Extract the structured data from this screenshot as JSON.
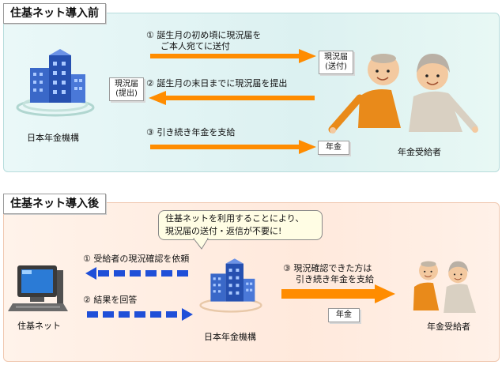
{
  "before": {
    "title": "住基ネット導入前",
    "org_label": "日本年金機構",
    "recipient_label": "年金受給者",
    "step1_line1": "① 誕生月の初め頃に現況届を",
    "step1_line2": "ご本人宛てに送付",
    "step2": "② 誕生月の末日までに現況届を提出",
    "step3": "③ 引き続き年金を支給",
    "box_sent_line1": "現況届",
    "box_sent_line2": "(送付)",
    "box_submit_line1": "現況届",
    "box_submit_line2": "(提出)",
    "box_pension": "年金"
  },
  "after": {
    "title": "住基ネット導入後",
    "bubble_line1": "住基ネットを利用することにより、",
    "bubble_line2": "現況届の送付・返信が不要に!",
    "step1": "① 受給者の現況確認を依頼",
    "step2": "② 結果を回答",
    "step3_line1": "③ 現況確認できた方は",
    "step3_line2": "引き続き年金を支給",
    "juki_label": "住基ネット",
    "org_label": "日本年金機構",
    "recipient_label": "年金受給者",
    "box_pension": "年金"
  },
  "colors": {
    "orange": "#ff8c00",
    "blue": "#1f4fd8",
    "panel_top": "#e6f7f7",
    "panel_bottom": "#fff0e6"
  }
}
